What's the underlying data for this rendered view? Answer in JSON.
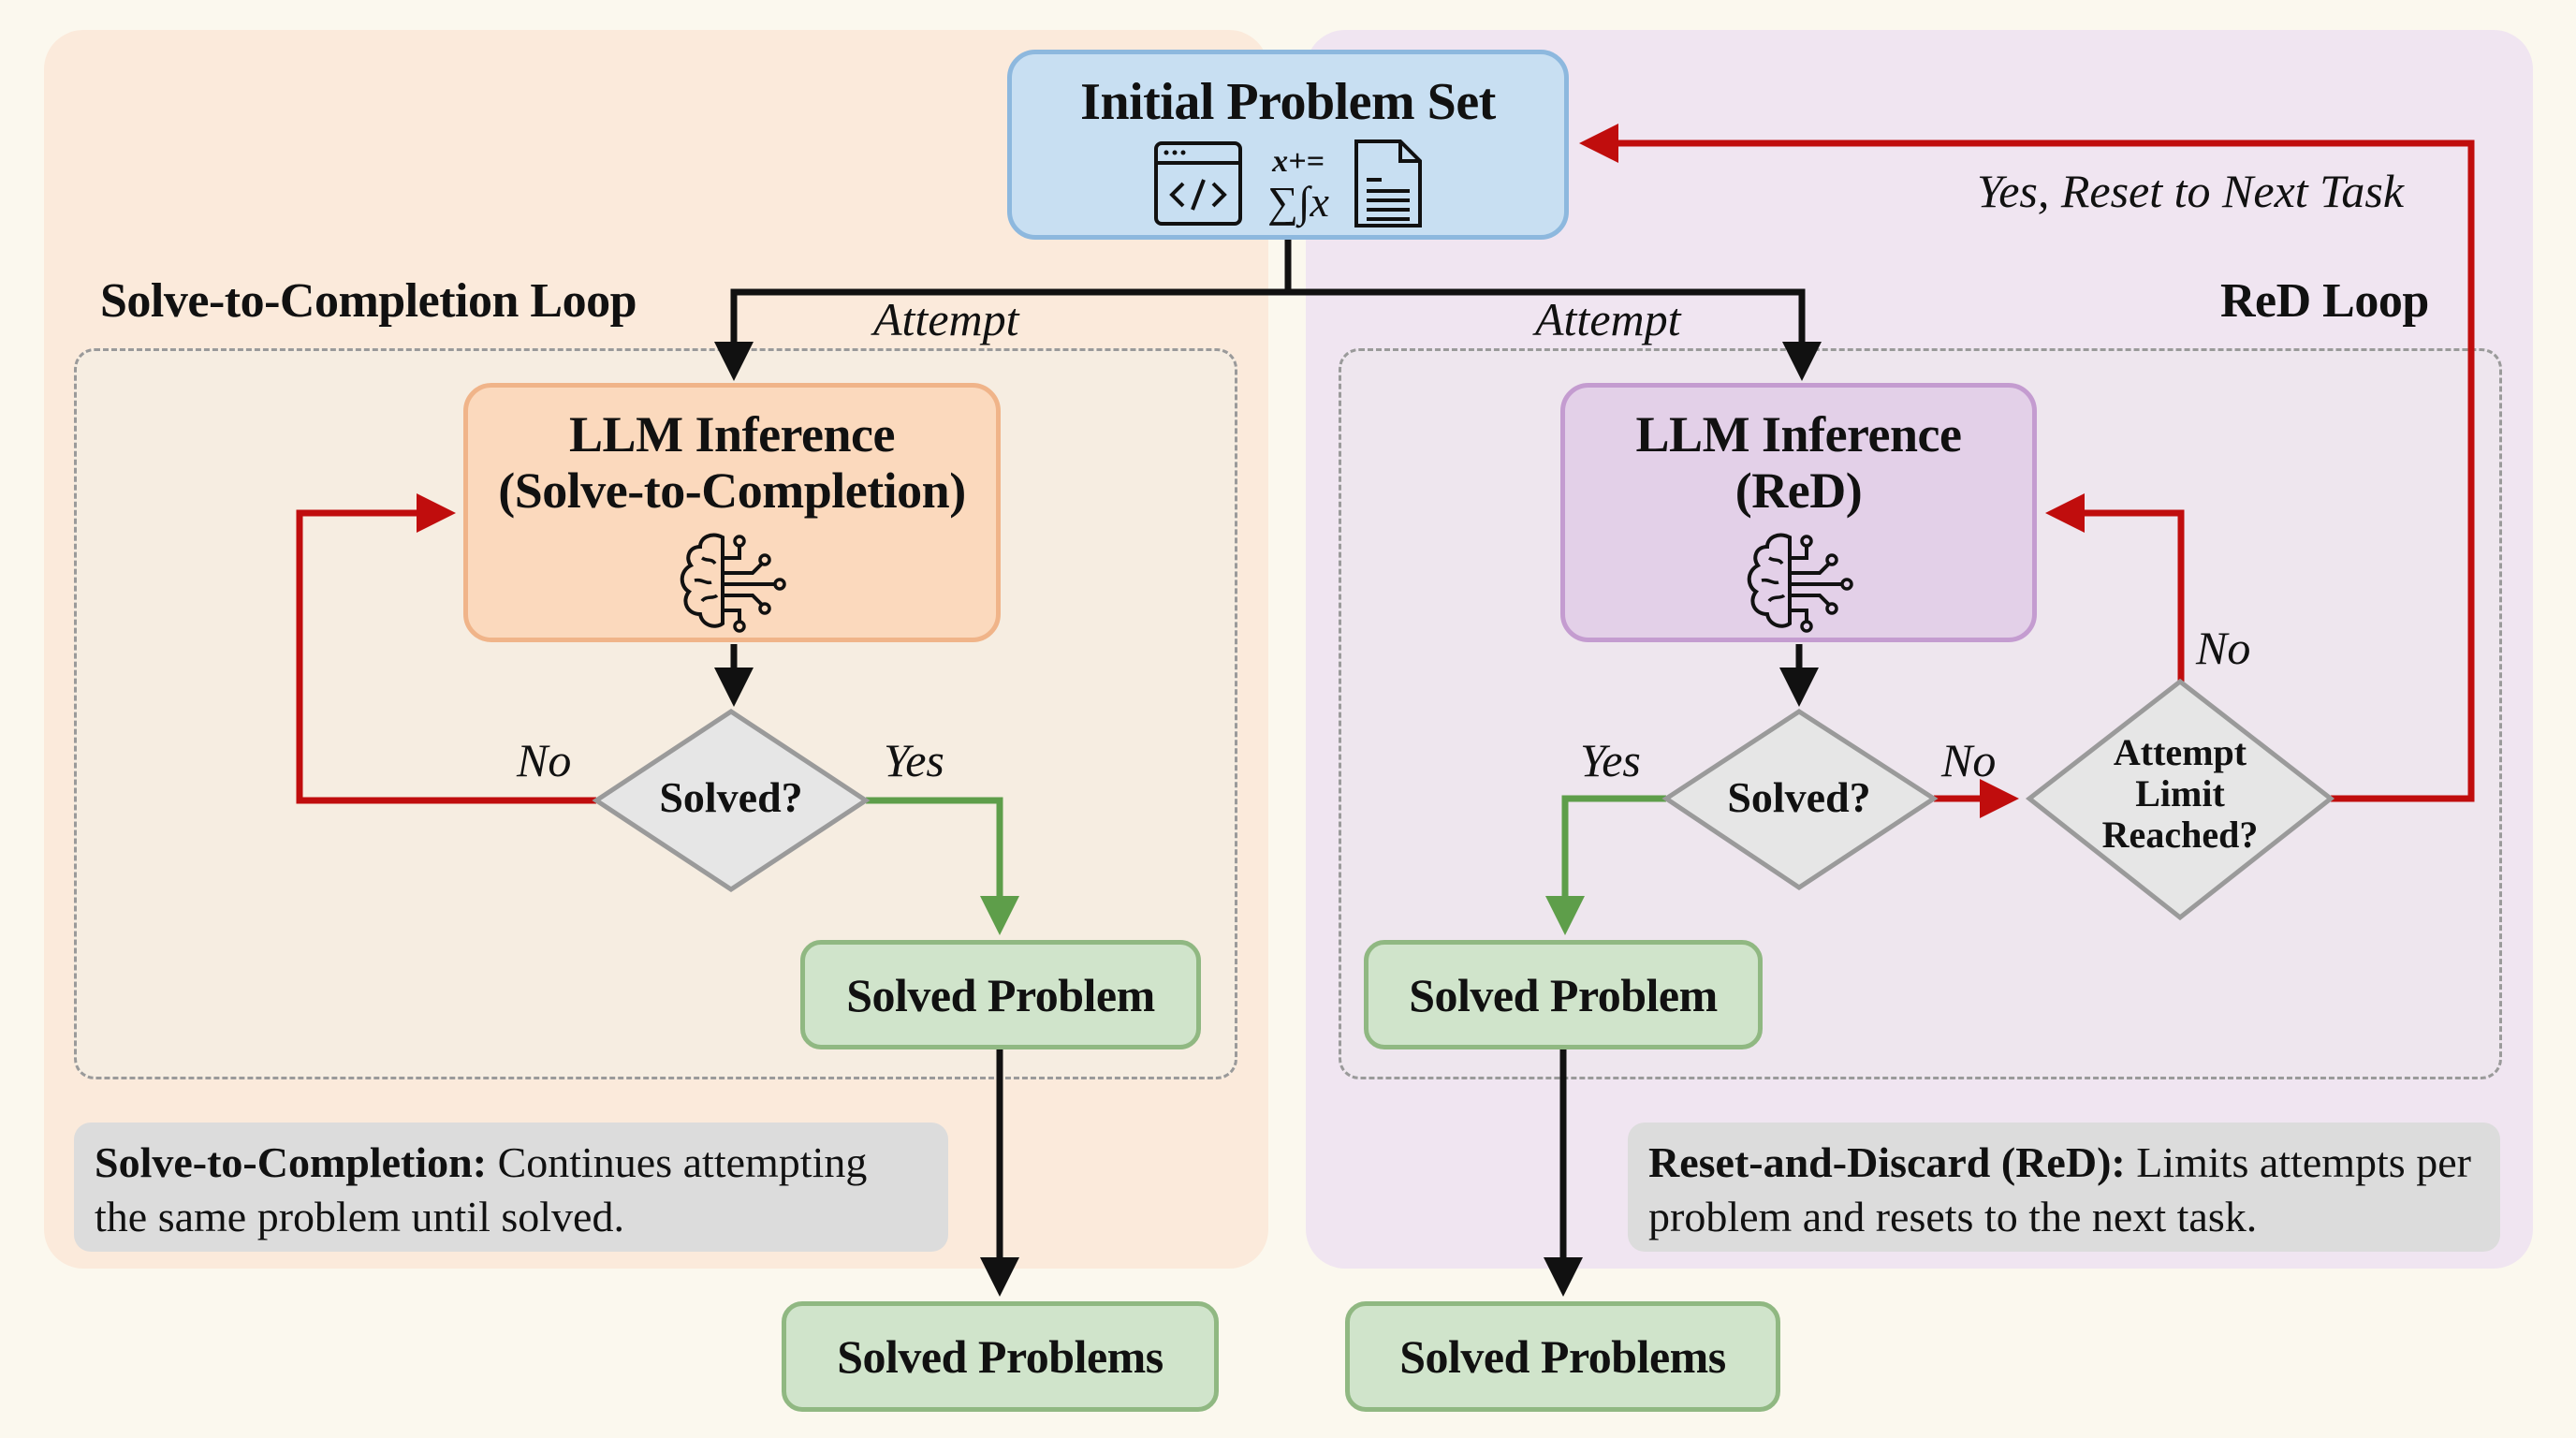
{
  "colors": {
    "background": "#fbf8ee",
    "left_panel": "#fbeadb",
    "right_panel": "#f0e5f1",
    "initial_node": "#c8dff2",
    "llm_stc_node": "#fbd9bd",
    "llm_red_node": "#e3d0e8",
    "solved_node": "#d0e4cb",
    "decision_node": "#e6e6e6",
    "arrow_default": "#111111",
    "arrow_no": "#c00d0d",
    "arrow_yes": "#5e9e4a"
  },
  "initial_problem_set": {
    "title": "Initial Problem Set",
    "icons": [
      "code-window-icon",
      "math-symbols-icon",
      "document-icon"
    ],
    "math_top": "x+=",
    "math_bottom": "∑∫x"
  },
  "left_loop": {
    "title": "Solve-to-Completion Loop",
    "attempt_label": "Attempt",
    "llm_node": {
      "line1": "LLM Inference",
      "line2": "(Solve-to-Completion)",
      "icon": "brain-circuit-icon"
    },
    "decision": {
      "label": "Solved?",
      "no_label": "No",
      "yes_label": "Yes"
    },
    "solved_node": "Solved Problem",
    "output_node": "Solved Problems",
    "description": {
      "bold": "Solve-to-Completion:",
      "text": " Continues attempting the same problem until solved."
    }
  },
  "right_loop": {
    "title": "ReD Loop",
    "attempt_label": "Attempt",
    "reset_label": "Yes, Reset to Next Task",
    "llm_node": {
      "line1": "LLM Inference",
      "line2": "(ReD)",
      "icon": "brain-circuit-icon"
    },
    "decision": {
      "label": "Solved?",
      "no_label": "No",
      "yes_label": "Yes"
    },
    "limit_decision": {
      "line1": "Attempt",
      "line2": "Limit",
      "line3": "Reached?",
      "no_label": "No"
    },
    "solved_node": "Solved Problem",
    "output_node": "Solved Problems",
    "description": {
      "bold": "Reset-and-Discard (ReD):",
      "text": " Limits attempts per problem and resets to the next task."
    }
  }
}
